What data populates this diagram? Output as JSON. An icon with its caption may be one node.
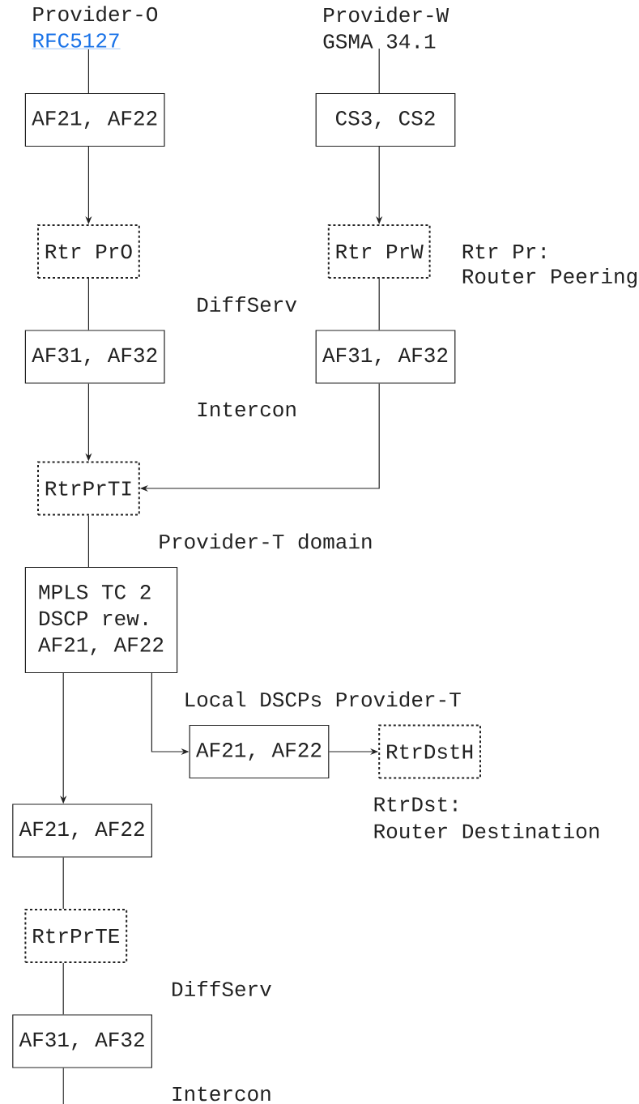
{
  "diagram": {
    "nodes": [
      {
        "text": [
          "Provider-O",
          "RFC5127"
        ]
      },
      {
        "text": [
          "Provider-W",
          "GSMA 34.1"
        ]
      },
      {
        "text": [
          "AF21, AF22"
        ]
      },
      {
        "text": [
          "CS3, CS2"
        ]
      },
      {
        "text": [
          "Rtr PrO"
        ]
      },
      {
        "text": [
          "Rtr PrW"
        ],
        "beside": [
          "Rtr Pr:",
          "Router Peering"
        ]
      },
      {
        "text": [
          "AF31, AF32"
        ]
      },
      {
        "text": [
          "AF31, AF32"
        ]
      },
      {
        "text": [
          "RtrPrTI"
        ]
      },
      {
        "text": [
          "MPLS TC 2",
          "DSCP rew.",
          "AF21, AF22"
        ]
      },
      {
        "text": [
          "AF21, AF22"
        ]
      },
      {
        "text": [
          "RtrDstH"
        ],
        "beside": [
          "RtrDst:",
          "Router Destination"
        ]
      },
      {
        "text": [
          "AF21, AF22"
        ]
      },
      {
        "text": [
          "RtrPrTE"
        ]
      },
      {
        "text": [
          "AF31, AF32"
        ]
      }
    ],
    "edges": [
      {
        "from": 0,
        "to": 2,
        "arrow": "none"
      },
      {
        "from": 1,
        "to": 3,
        "arrow": "none"
      },
      {
        "from": 2,
        "to": 4,
        "arrow": "to"
      },
      {
        "from": 3,
        "to": 5,
        "arrow": "to"
      },
      {
        "from": 4,
        "to": 6,
        "arrow": "none"
      },
      {
        "from": 5,
        "to": 7,
        "arrow": "none"
      },
      {
        "from": 6,
        "to": 8,
        "arrow": "to"
      },
      {
        "from": 7,
        "to": 8,
        "arrow": "to"
      },
      {
        "from": 8,
        "to": 9,
        "arrow": "none"
      },
      {
        "from": 9,
        "to": 12,
        "arrow": "to"
      },
      {
        "from": 9,
        "to": 10,
        "arrow": "to"
      },
      {
        "from": 10,
        "to": 11,
        "arrow": "to"
      },
      {
        "from": 12,
        "to": 13,
        "arrow": "none"
      },
      {
        "from": 13,
        "to": 14,
        "arrow": "none"
      },
      {
        "from": 14,
        "to": null,
        "arrow": "none"
      }
    ],
    "labels": [
      "DiffServ",
      "Intercon",
      "Provider-T domain",
      "Local DSCPs Provider-T",
      "DiffServ",
      "Intercon"
    ]
  }
}
